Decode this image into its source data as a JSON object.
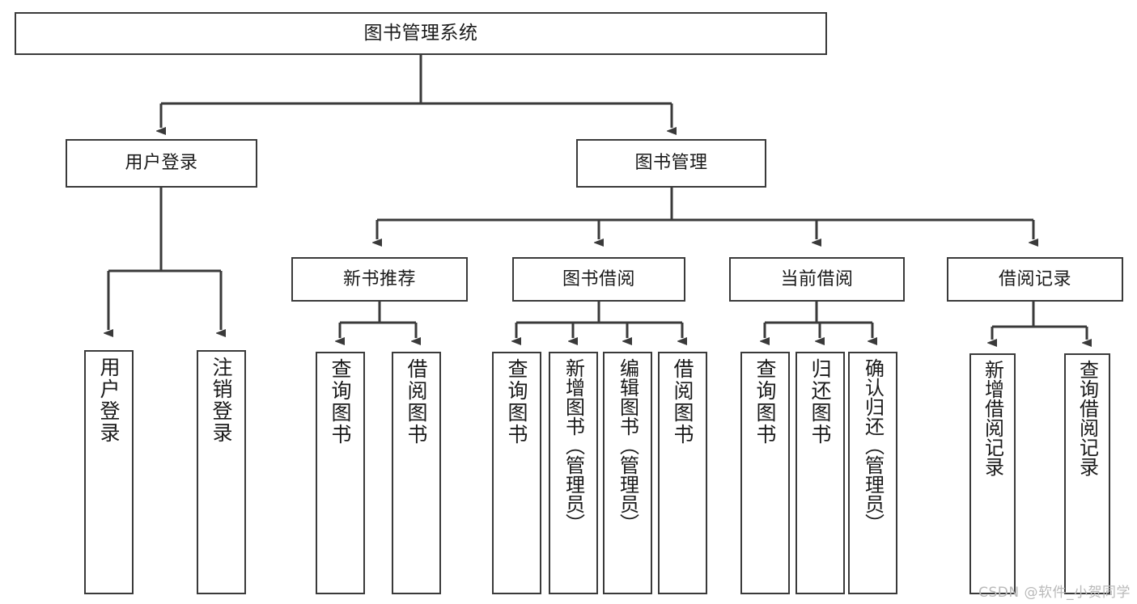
{
  "diagram": {
    "type": "tree",
    "title": "图书管理系统",
    "orientation": "top-down",
    "colors": {
      "box_border": "#3a3a3a",
      "box_fill": "#ffffff",
      "edge": "#3a3a3a",
      "text": "#1a1a1a",
      "watermark": "#b9b9b9"
    },
    "nodes": {
      "root": {
        "label": "图书管理系统"
      },
      "level2": [
        {
          "label": "用户登录"
        },
        {
          "label": "图书管理"
        }
      ],
      "level3": [
        {
          "label": "新书推荐"
        },
        {
          "label": "图书借阅"
        },
        {
          "label": "当前借阅"
        },
        {
          "label": "借阅记录"
        }
      ],
      "leaves": {
        "user_login": [
          {
            "label": "用户登录"
          },
          {
            "label": "注销登录"
          }
        ],
        "new_books": [
          {
            "label": "查询图书"
          },
          {
            "label": "借阅图书"
          }
        ],
        "book_borrow": [
          {
            "label": "查询图书"
          },
          {
            "label": "新增图书（管理员）"
          },
          {
            "label": "编辑图书（管理员）"
          },
          {
            "label": "借阅图书"
          }
        ],
        "current_borrow": [
          {
            "label": "查询图书"
          },
          {
            "label": "归还图书"
          },
          {
            "label": "确认归还（管理员）"
          }
        ],
        "borrow_records": [
          {
            "label": "新增借阅记录"
          },
          {
            "label": "查询借阅记录"
          }
        ]
      }
    }
  },
  "watermark": {
    "text": "CSDN @软件_小贺同学"
  }
}
